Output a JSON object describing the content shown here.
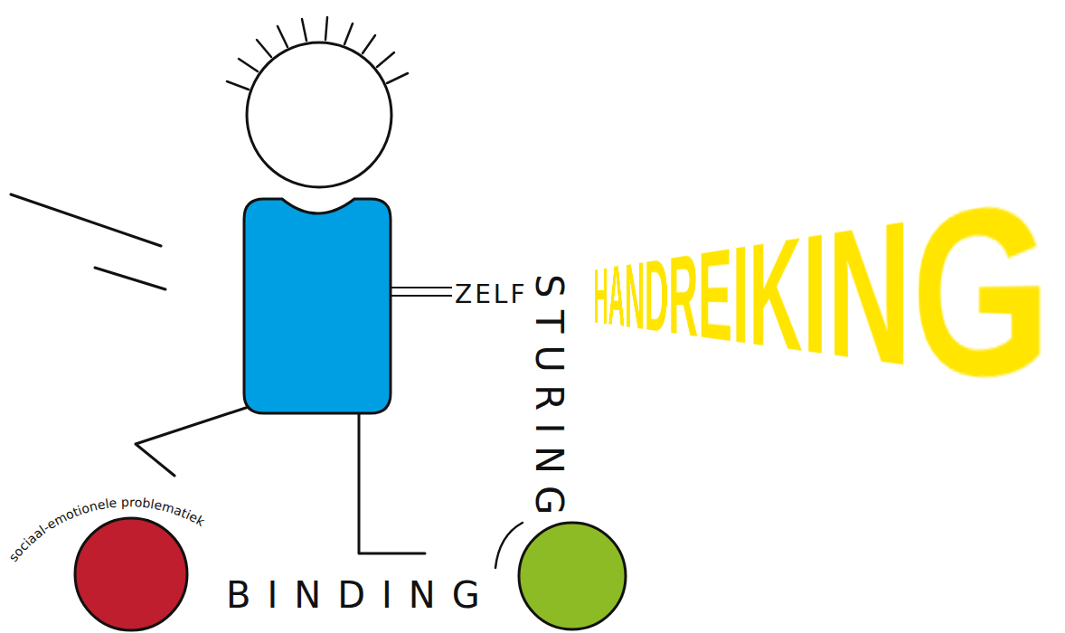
{
  "diagram": {
    "nodes": [
      {
        "text": [
          "sociaal-emotionele problematiek"
        ]
      }
    ],
    "labels": [
      "ZELF",
      "STURING",
      "HANDREIKING",
      "BINDING"
    ]
  }
}
